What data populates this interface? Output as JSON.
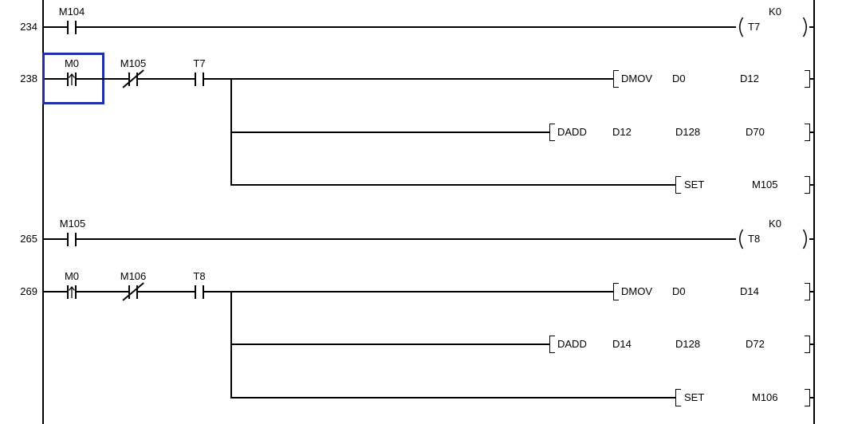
{
  "editor": {
    "background_color": "#ffffff",
    "line_color": "#000000",
    "selection_box_color": "#1e2fa6"
  },
  "rungs": [
    {
      "step": "234",
      "contacts": [
        {
          "label": "M104",
          "type": "normally-open"
        }
      ],
      "coil": {
        "name": "T7",
        "setpoint": "K0"
      }
    },
    {
      "step": "238",
      "contacts": [
        {
          "label": "M0",
          "type": "rising-pulse",
          "selected": true
        },
        {
          "label": "M105",
          "type": "normally-closed"
        },
        {
          "label": "T7",
          "type": "normally-open"
        }
      ],
      "instructions": [
        {
          "opcode": "DMOV",
          "operands": [
            "D0",
            "D12"
          ]
        },
        {
          "opcode": "DADD",
          "operands": [
            "D12",
            "D128",
            "D70"
          ]
        },
        {
          "opcode": "SET",
          "operands": [
            "M105"
          ]
        }
      ]
    },
    {
      "step": "265",
      "contacts": [
        {
          "label": "M105",
          "type": "normally-open"
        }
      ],
      "coil": {
        "name": "T8",
        "setpoint": "K0"
      }
    },
    {
      "step": "269",
      "contacts": [
        {
          "label": "M0",
          "type": "rising-pulse"
        },
        {
          "label": "M106",
          "type": "normally-closed"
        },
        {
          "label": "T8",
          "type": "normally-open"
        }
      ],
      "instructions": [
        {
          "opcode": "DMOV",
          "operands": [
            "D0",
            "D14"
          ]
        },
        {
          "opcode": "DADD",
          "operands": [
            "D14",
            "D128",
            "D72"
          ]
        },
        {
          "opcode": "SET",
          "operands": [
            "M106"
          ]
        }
      ]
    }
  ]
}
